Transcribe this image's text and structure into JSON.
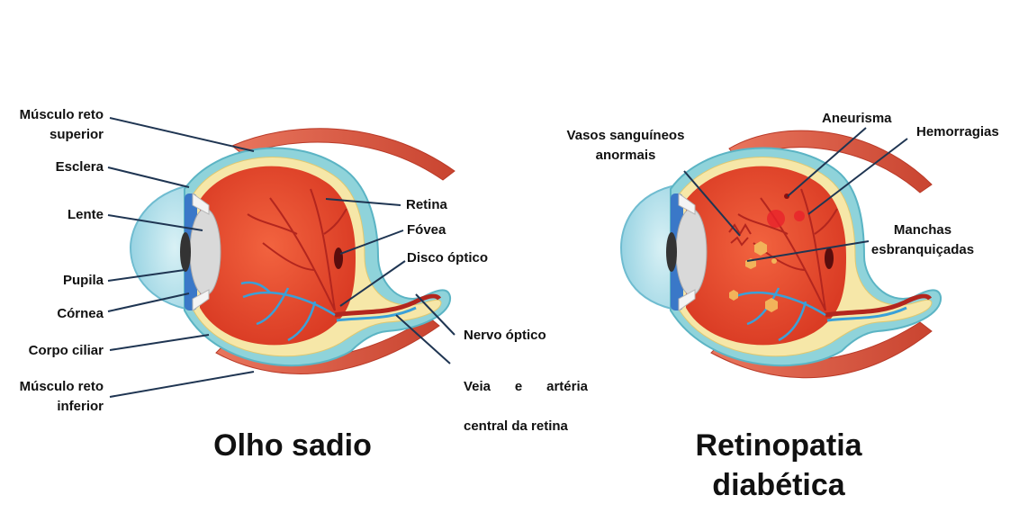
{
  "healthy": {
    "title": "Olho sadio",
    "labels": {
      "musculo_superior": "Músculo reto\nsuperior",
      "esclera": "Esclera",
      "lente": "Lente",
      "pupila": "Pupila",
      "cornea": "Córnea",
      "corpo_ciliar": "Corpo ciliar",
      "musculo_inferior": "Músculo reto\ninferior",
      "retina": "Retina",
      "fovea": "Fóvea",
      "disco_optico": "Disco óptico",
      "nervo_optico": "Nervo óptico",
      "veia_arteria_1": "Veia e artéria",
      "veia_arteria_2": "central da retina"
    }
  },
  "diabetic": {
    "title": "Retinopatia\ndiabética",
    "labels": {
      "vasos": "Vasos sanguíneos\nanormais",
      "aneurisma": "Aneurisma",
      "hemorragias": "Hemorragias",
      "manchas": "Manchas\nesbranquiçadas"
    }
  },
  "colors": {
    "muscle": "#d8553e",
    "sclera_outer": "#8fd3da",
    "retina_yellow": "#f6e7a8",
    "interior": "#e64a2e",
    "cornea_blue": "#3a78c8",
    "vessels_red": "#b3261e",
    "vessels_blue": "#3aa0d8",
    "leader": "#1f3552"
  }
}
